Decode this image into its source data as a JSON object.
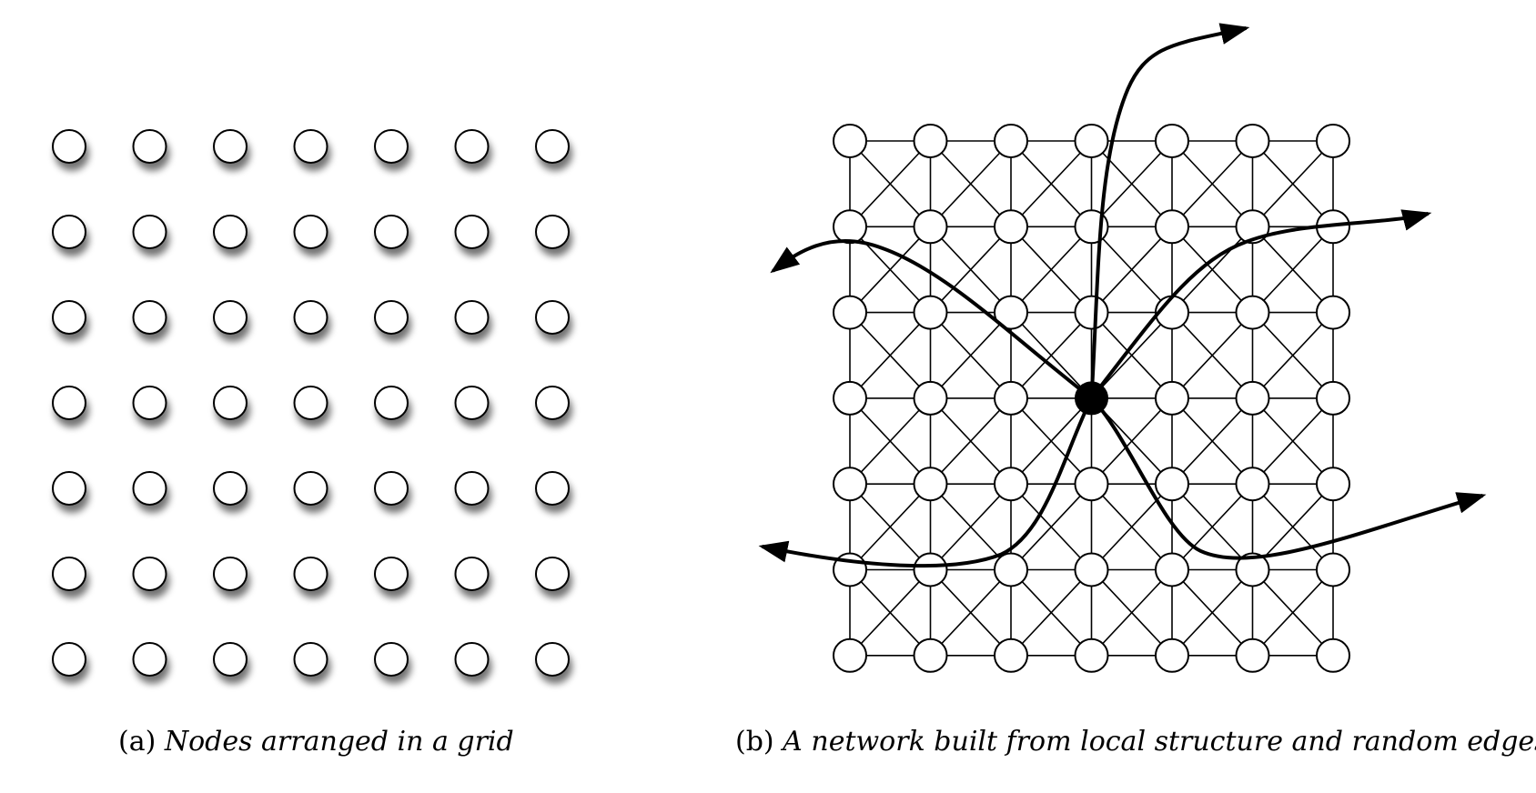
{
  "panel_a": {
    "rows": 7,
    "cols": 7,
    "caption_label": "(a)",
    "caption_text": "Nodes arranged in a grid"
  },
  "panel_b": {
    "rows": 7,
    "cols": 7,
    "hub": {
      "row": 3,
      "col": 3
    },
    "random_edges": [
      {
        "name": "random-edge-top"
      },
      {
        "name": "random-edge-upper-right"
      },
      {
        "name": "random-edge-upper-left"
      },
      {
        "name": "random-edge-lower-left"
      },
      {
        "name": "random-edge-lower-right"
      }
    ],
    "caption_label": "(b)",
    "caption_text": "A network built from local structure and random edges"
  },
  "colors": {
    "node_fill": "#ffffff",
    "node_stroke": "#000000",
    "edge": "#000000",
    "hub": "#000000",
    "shadow": "#555555"
  }
}
